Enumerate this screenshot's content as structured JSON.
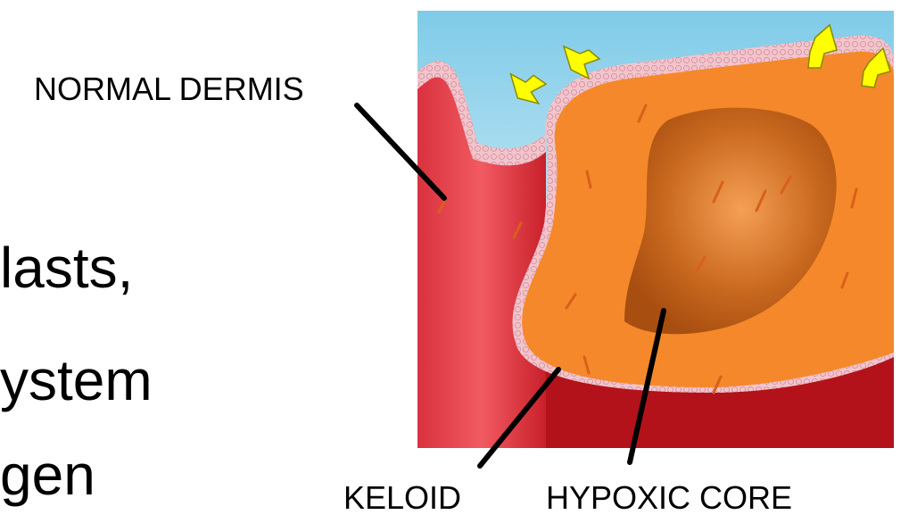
{
  "slide_text": {
    "line_1": "lasts,",
    "line_2": "ystem",
    "line_3": "gen"
  },
  "diagram": {
    "labels": {
      "normal_dermis": "NORMAL DERMIS",
      "keloid": "KELOID",
      "hypoxic_core": "HYPOXIC CORE"
    },
    "colors": {
      "sky": "#bfe6f3",
      "dermis_red": "#e8444e",
      "deep_red": "#b3121b",
      "keloid_orange": "#f5882a",
      "core_brown": "#c2621a",
      "epidermis_pink": "#ecb6c0",
      "arrow_yellow": "#ffff00"
    }
  }
}
